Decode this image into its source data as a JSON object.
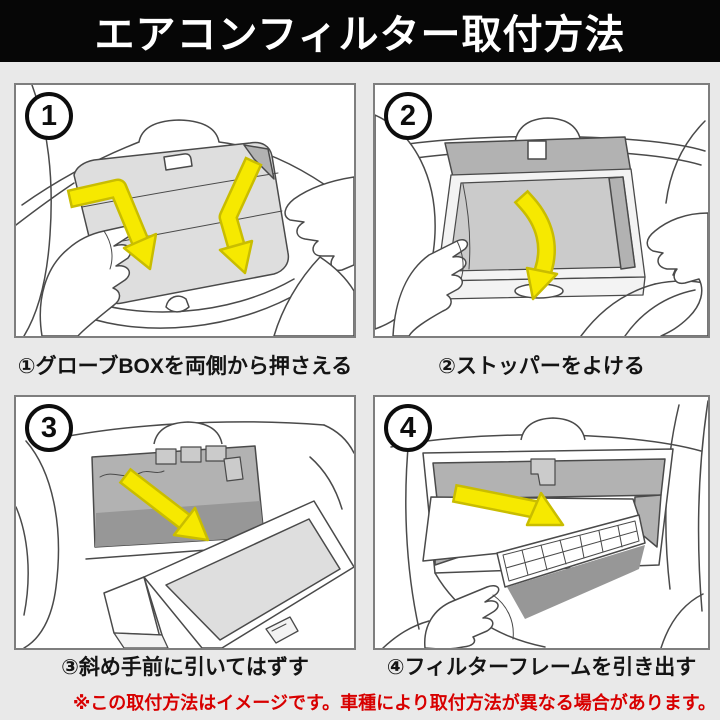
{
  "header": {
    "title": "エアコンフィルター取付方法"
  },
  "steps": [
    {
      "number": "1",
      "circled": "①",
      "caption": "①グローブBOXを両側から押さえる"
    },
    {
      "number": "2",
      "circled": "②",
      "caption": "②ストッパーをよける"
    },
    {
      "number": "3",
      "circled": "③",
      "caption": "③斜め手前に引いてはずす"
    },
    {
      "number": "4",
      "circled": "④",
      "caption": "④フィルターフレームを引き出す"
    }
  ],
  "footnote": "※この取付方法はイメージです。車種により取付方法が異なる場合があります。",
  "colors": {
    "bg": "#e9e9e9",
    "header_bg": "#060606",
    "header_text": "#ffffff",
    "panel_bg": "#ffffff",
    "panel_border": "#7e7e7e",
    "text": "#141414",
    "note": "#d80000",
    "arrow": "#f6e900",
    "arrow_edge": "#c9bd00",
    "line": "#4a4a4a",
    "gray_light": "#dedede",
    "gray_mid": "#cbcbcb",
    "gray_dark": "#b2b2b2",
    "gray_deep": "#979797"
  }
}
